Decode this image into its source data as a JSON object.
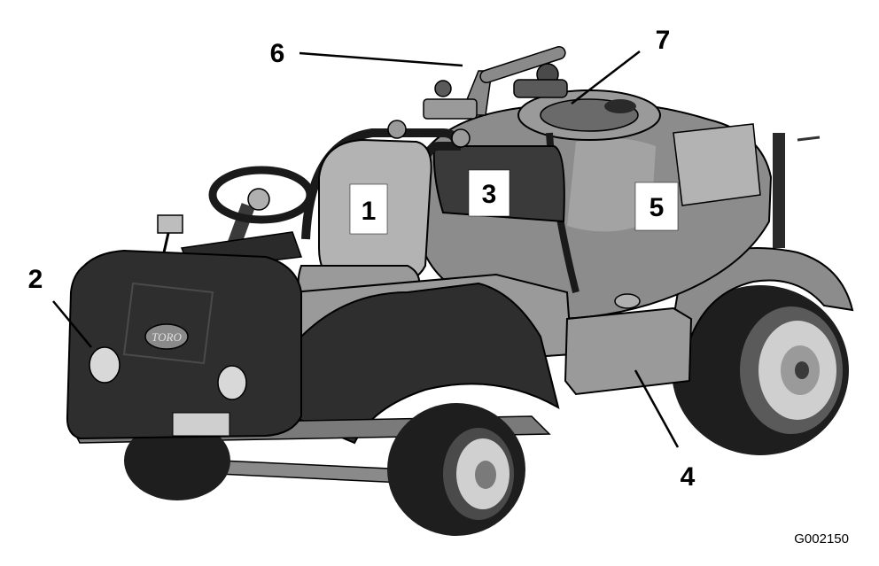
{
  "callouts": {
    "c1": "1",
    "c2": "2",
    "c3": "3",
    "c4": "4",
    "c5": "5",
    "c6": "6",
    "c7": "7"
  },
  "brand_label": "TORO",
  "figure_id": "G002150",
  "colors": {
    "background": "#ffffff",
    "dark_body": "#2e2e2e",
    "tank": "#8c8c8c",
    "tank_light": "#b3b3b3",
    "tire": "#1e1e1e",
    "hub": "#d0d0d0",
    "label_box": "#ffffff",
    "outline": "#000000"
  }
}
